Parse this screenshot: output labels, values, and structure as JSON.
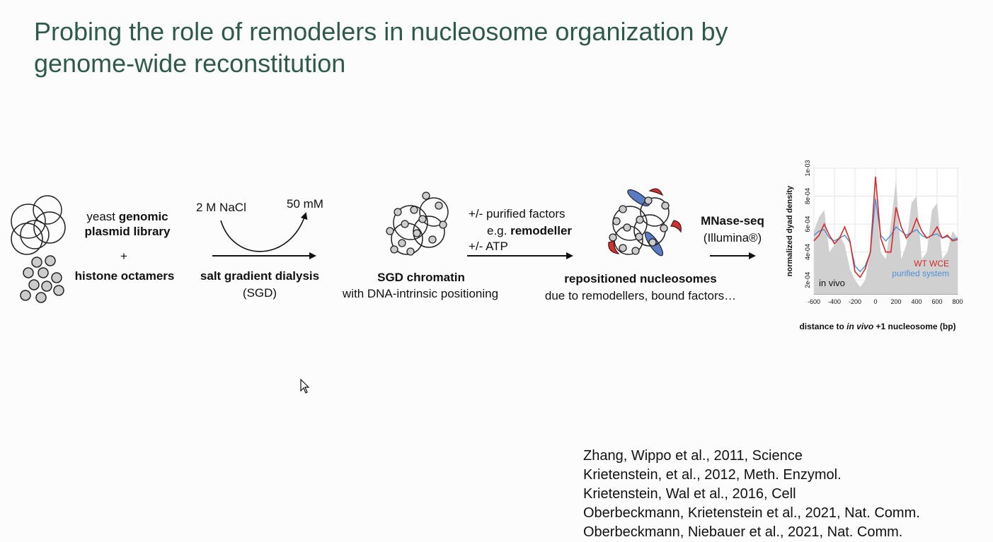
{
  "title": {
    "line1": "Probing the role of remodelers in nucleosome organization by",
    "line2": "genome-wide reconstitution"
  },
  "step1": {
    "plasmid_pre": "yeast",
    "plasmid_bold": "genomic",
    "plasmid_line2": "plasmid library",
    "plus": "+",
    "octamers": "histone octamers"
  },
  "step2": {
    "start_salt": "2 M NaCl",
    "end_salt": "50 mM",
    "label": "salt gradient dialysis",
    "abbr": "(SGD)"
  },
  "step3": {
    "label": "SGD chromatin",
    "sub": "with DNA-intrinsic positioning"
  },
  "step4": {
    "line1": "+/- purified factors",
    "line2_pre": "e.g.",
    "line2_bold": "remodeller",
    "line3": "+/- ATP"
  },
  "step5": {
    "label": "repositioned nucleosomes",
    "sub": "due to remodellers, bound factors…"
  },
  "step6": {
    "label": "MNase-seq",
    "sub": "(Illumina®)"
  },
  "chart_data": {
    "type": "line",
    "xlabel_pre": "distance to",
    "xlabel_italic": "in vivo",
    "xlabel_post": "+1 nucleosome (bp)",
    "ylabel": "normalized dyad density",
    "xlim": [
      -600,
      800
    ],
    "ylim": [
      0.0001,
      0.001
    ],
    "x_ticks": [
      "-600",
      "-400",
      "-200",
      "0",
      "200",
      "400",
      "600",
      "800"
    ],
    "y_ticks": [
      "2e-04",
      "4e-04",
      "6e-04",
      "8e-04",
      "1e-03"
    ],
    "annotation": "in vivo",
    "series": [
      {
        "name": "WT WCE",
        "color": "#d42a2a",
        "x": [
          -600,
          -550,
          -500,
          -450,
          -400,
          -350,
          -300,
          -250,
          -200,
          -150,
          -100,
          -50,
          0,
          50,
          100,
          150,
          200,
          250,
          300,
          350,
          400,
          450,
          500,
          550,
          600,
          650,
          700,
          750,
          800
        ],
        "values": [
          0.00048,
          0.00052,
          0.0006,
          0.00052,
          0.00046,
          0.0005,
          0.00058,
          0.00048,
          0.00026,
          0.00022,
          0.00028,
          0.0004,
          0.00094,
          0.0005,
          0.0004,
          0.0004,
          0.00072,
          0.00058,
          0.0005,
          0.00054,
          0.00064,
          0.00055,
          0.0005,
          0.00052,
          0.00058,
          0.0005,
          0.00052,
          0.00048,
          0.00049
        ]
      },
      {
        "name": "purified system",
        "color": "#4a90d9",
        "x": [
          -600,
          -550,
          -500,
          -450,
          -400,
          -350,
          -300,
          -250,
          -200,
          -150,
          -100,
          -50,
          0,
          50,
          100,
          150,
          200,
          250,
          300,
          350,
          400,
          450,
          500,
          550,
          600,
          650,
          700,
          750,
          800
        ],
        "values": [
          0.00052,
          0.00055,
          0.00056,
          0.0005,
          0.00048,
          0.0005,
          0.00052,
          0.00047,
          0.0003,
          0.00026,
          0.0003,
          0.0004,
          0.00078,
          0.00052,
          0.00048,
          0.00052,
          0.00058,
          0.00055,
          0.00052,
          0.00054,
          0.00056,
          0.00052,
          0.0005,
          0.00052,
          0.00053,
          0.0005,
          0.00051,
          0.00049,
          0.0005
        ]
      },
      {
        "name": "in vivo",
        "color": "#d0d0d0",
        "x": [
          -600,
          -550,
          -500,
          -450,
          -400,
          -350,
          -300,
          -250,
          -200,
          -150,
          -100,
          -50,
          0,
          50,
          100,
          150,
          200,
          250,
          300,
          350,
          400,
          450,
          500,
          550,
          600,
          650,
          700,
          750,
          800
        ],
        "values": [
          0.00055,
          0.00065,
          0.0007,
          0.0004,
          0.00045,
          0.00052,
          0.00045,
          0.00028,
          0.0002,
          0.00015,
          0.0002,
          0.0004,
          0.00085,
          0.0004,
          0.00035,
          0.0006,
          0.00092,
          0.00035,
          0.00045,
          0.00075,
          0.0008,
          0.00035,
          0.0004,
          0.0007,
          0.00075,
          0.00035,
          0.0004,
          0.00055,
          0.0005
        ]
      }
    ]
  },
  "references": [
    "Zhang, Wippo et al., 2011, Science",
    "Krietenstein, et al., 2012, Meth. Enzymol.",
    "Krietenstein, Wal et al., 2016, Cell",
    "Oberbeckmann, Krietenstein et al., 2021, Nat. Comm.",
    "Oberbeckmann, Niebauer et al., 2021, Nat. Comm."
  ]
}
